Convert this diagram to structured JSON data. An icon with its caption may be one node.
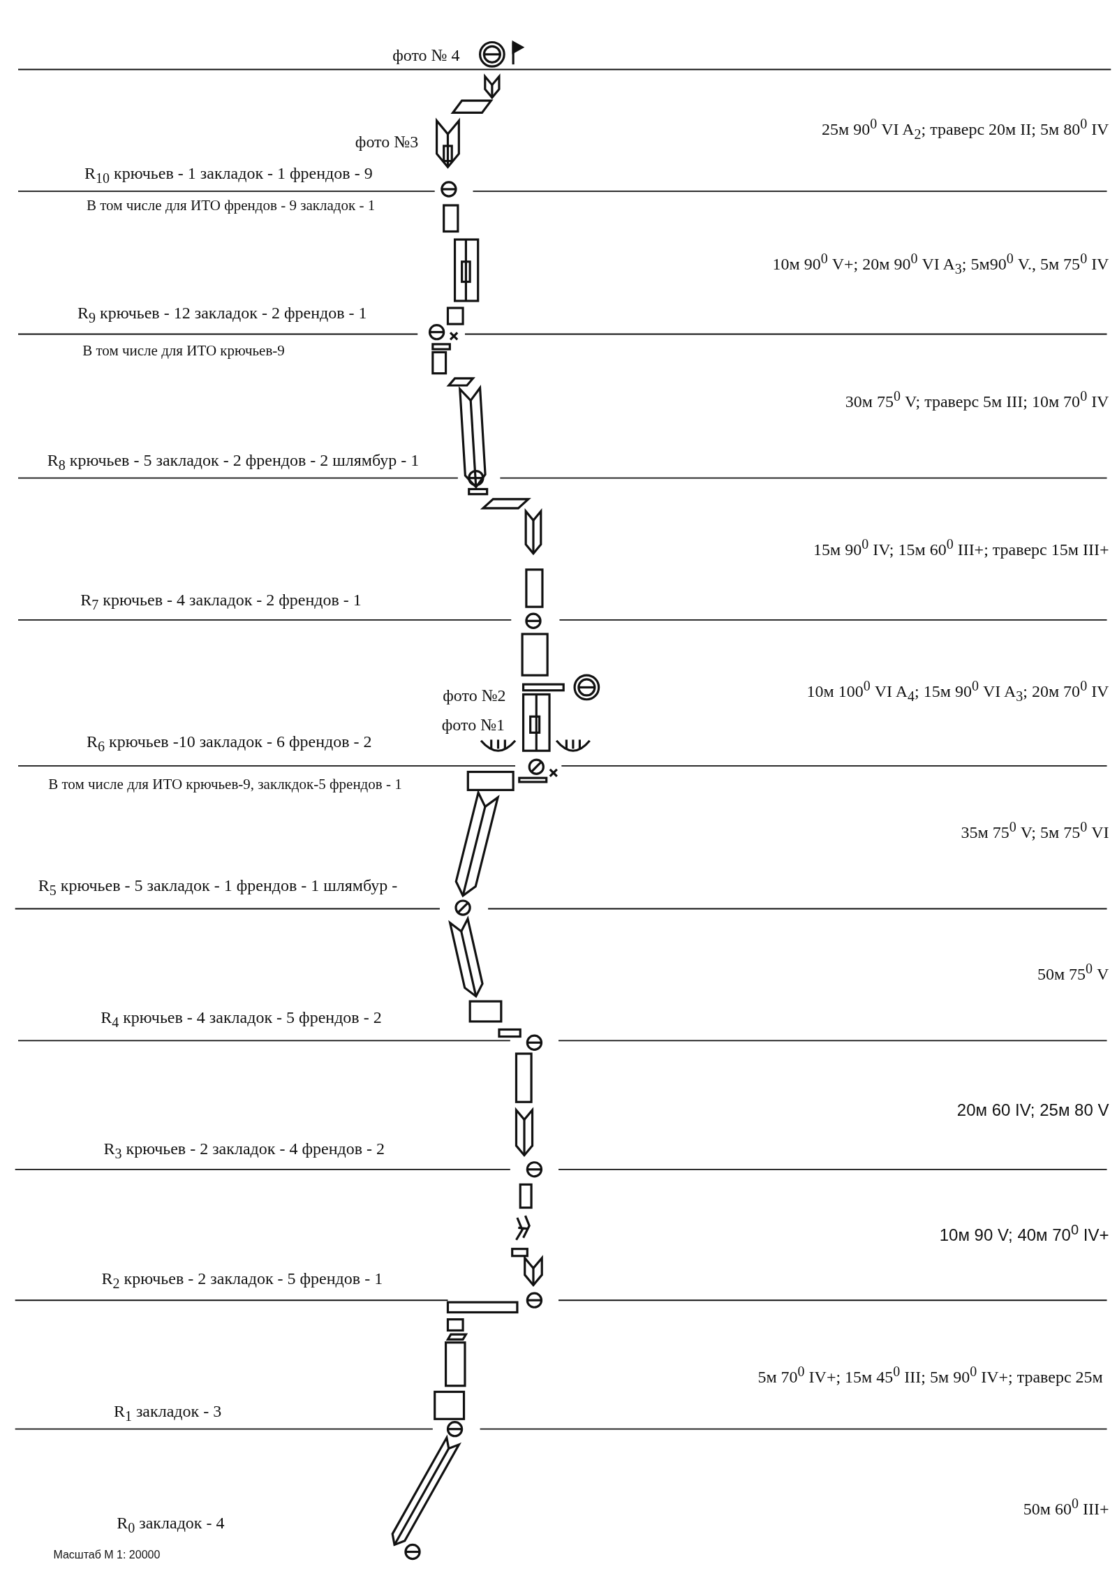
{
  "diagram": {
    "labels": [
      "фото № 4",
      "25м 90$^{0}$ VI A$_{2}$; траверс 20м II; 5м 80$^{0}$ IV",
      "фото №3",
      "R$_{10}$ крючьев - 1 закладок - 1 френдов - 9",
      "В том числе для ИТО френдов - 9  закладок - 1",
      "10м 90$^{0}$ V+; 20м 90$^{0}$ VI A$_{3}$; 5м90$^{0}$ V.,  5м 75$^{0}$ IV",
      "R$_{9}$  крючьев - 12 закладок - 2  френдов - 1",
      "В том числе для ИТО крючьев-9",
      "30м 75$^{0}$  V; траверс 5м III; 10м 70$^{0}$ IV",
      "R$_{8}$ крючьев - 5  закладок - 2 френдов - 2  шлямбур - 1",
      "15м 90$^{0}$ IV; 15м 60$^{0}$ III+; траверс 15м III+",
      "R$_{7}$  крючьев - 4  закладок - 2  френдов - 1",
      "10м 100$^{0}$ VI A$_{4}$; 15м 90$^{0}$ VI A$_{3}$; 20м 70$^{0}$ IV",
      "фото №2",
      "фото №1",
      "R$_{6}$  крючьев -10 закладок - 6  френдов - 2",
      "В том числе для ИТО крючьев-9, заклкдок-5  френдов - 1",
      "35м 75$^{0}$ V; 5м 75$^{0}$ VI",
      "R$_{5}$ крючьев - 5 закладок - 1 френдов - 1 шлямбур -",
      "50м 75$^{0}$ V",
      "R$_{4}$  крючьев - 4  закладок - 5  френдов - 2",
      "20м 60 IV; 25м 80 V",
      "R$_{3}$  крючьев - 2   закладок - 4  френдов - 2",
      "10м 90 V; 40м 70$^{0}$ IV+",
      "R$_{2}$  крючьев - 2   закладок - 5  френдов - 1",
      "5м 70$^{0}$ IV+; 15м 45$^{0}$ III; 5м 90$^{0}$ IV+; траверс 25м",
      "R$_{1}$  закладок - 3",
      "50м 60$^{0}$ III+",
      "R$_{0}$  закладок - 4",
      "Масштаб М 1: 20000"
    ]
  }
}
